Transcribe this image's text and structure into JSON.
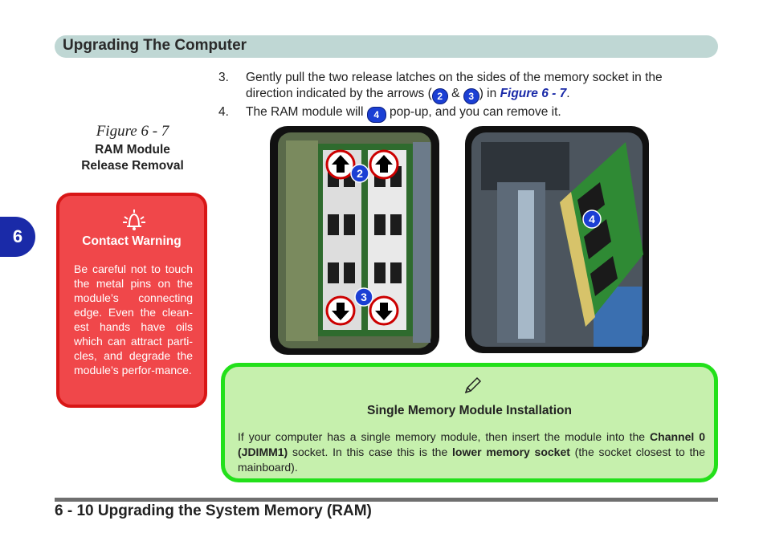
{
  "header": {
    "title": "Upgrading The Computer"
  },
  "chapter_tab": {
    "number": "6"
  },
  "steps": [
    {
      "num": "3.",
      "text_a": "Gently pull the two release latches on the sides of the memory socket in the direction indicated by the arrows (",
      "badge_a": "2",
      "text_b": " & ",
      "badge_b": "3",
      "text_c": ") in ",
      "figure_ref": "Figure 6 - 7",
      "text_d": "."
    },
    {
      "num": "4.",
      "text_a": "The RAM module will ",
      "badge_a": "4",
      "text_b": " pop-up, and you can remove it."
    }
  ],
  "figure": {
    "label": "Figure 6 - 7",
    "title_line1": "RAM Module",
    "title_line2": "Release Removal",
    "callout_2": "2",
    "callout_3": "3",
    "callout_4": "4"
  },
  "warning": {
    "icon": "bell-warning-icon",
    "title": "Contact Warning",
    "body": "Be careful not to touch the metal pins on the module’s connecting edge. Even the clean-est hands have oils which can attract parti-cles, and degrade the module’s perfor-mance."
  },
  "note": {
    "icon": "pencil-icon",
    "title": "Single Memory Module Installation",
    "body_1": "If your computer has a single memory module, then insert the module into the ",
    "bold_1": "Channel 0 (JDIMM1)",
    "body_2": " socket. In this case this is the ",
    "bold_2": "lower memory socket",
    "body_3": " (the socket closest to the mainboard)."
  },
  "footer": {
    "text": "6 - 10 Upgrading the System Memory (RAM)"
  },
  "colors": {
    "header_bg": "#bfd7d4",
    "tab_blue": "#1a2aa8",
    "warning_red": "#f0474a",
    "note_green": "#c6f0ad",
    "note_border": "#22e01a",
    "badge_blue": "#1b3fd4"
  }
}
